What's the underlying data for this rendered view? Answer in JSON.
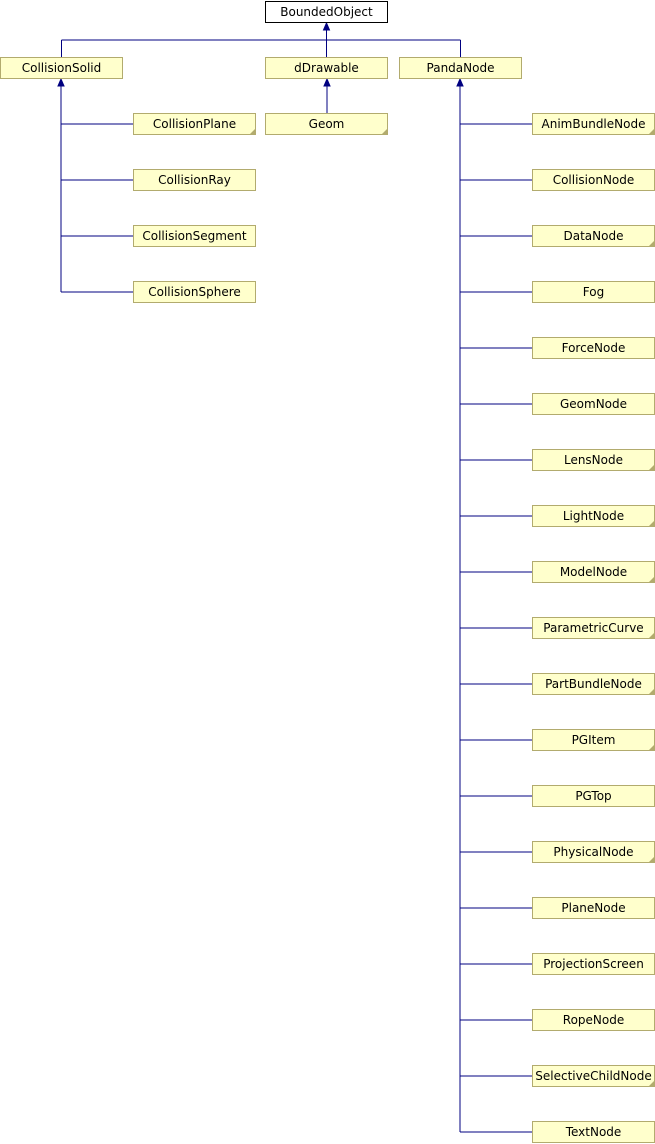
{
  "diagram": {
    "root": "BoundedObject",
    "parents": [
      {
        "id": "collisionsolid",
        "label": "CollisionSolid",
        "folded": false,
        "children": [
          {
            "label": "CollisionPlane",
            "folded": true
          },
          {
            "label": "CollisionRay",
            "folded": false
          },
          {
            "label": "CollisionSegment",
            "folded": false
          },
          {
            "label": "CollisionSphere",
            "folded": false
          }
        ]
      },
      {
        "id": "ddrawable",
        "label": "dDrawable",
        "folded": false,
        "children": [
          {
            "label": "Geom",
            "folded": true
          }
        ]
      },
      {
        "id": "pandanode",
        "label": "PandaNode",
        "folded": false,
        "children": [
          {
            "label": "AnimBundleNode",
            "folded": true
          },
          {
            "label": "CollisionNode",
            "folded": false
          },
          {
            "label": "DataNode",
            "folded": true
          },
          {
            "label": "Fog",
            "folded": false
          },
          {
            "label": "ForceNode",
            "folded": false
          },
          {
            "label": "GeomNode",
            "folded": false
          },
          {
            "label": "LensNode",
            "folded": true
          },
          {
            "label": "LightNode",
            "folded": true
          },
          {
            "label": "ModelNode",
            "folded": true
          },
          {
            "label": "ParametricCurve",
            "folded": true
          },
          {
            "label": "PartBundleNode",
            "folded": true
          },
          {
            "label": "PGItem",
            "folded": true
          },
          {
            "label": "PGTop",
            "folded": false
          },
          {
            "label": "PhysicalNode",
            "folded": true
          },
          {
            "label": "PlaneNode",
            "folded": false
          },
          {
            "label": "ProjectionScreen",
            "folded": false
          },
          {
            "label": "RopeNode",
            "folded": false
          },
          {
            "label": "SelectiveChildNode",
            "folded": true
          },
          {
            "label": "TextNode",
            "folded": false
          }
        ]
      }
    ]
  }
}
